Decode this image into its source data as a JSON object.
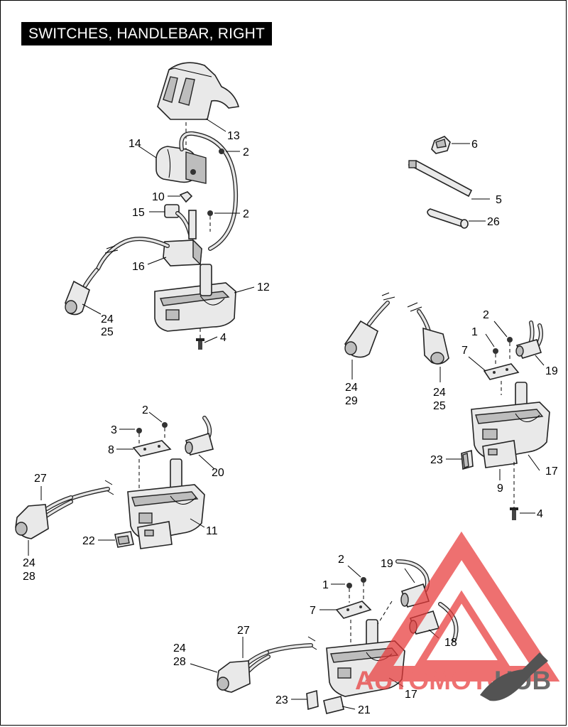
{
  "title": "SWITCHES, HANDLEBAR, RIGHT",
  "callouts": {
    "c13": "13",
    "c14": "14",
    "c2a": "2",
    "c10": "10",
    "c15": "15",
    "c2b": "2",
    "c16": "16",
    "c12": "12",
    "c24a": "24",
    "c25a": "25",
    "c4a": "4",
    "c6": "6",
    "c5": "5",
    "c26": "26",
    "c2c": "2",
    "c1a": "1",
    "c7a": "7",
    "c19a": "19",
    "c24b": "24",
    "c29": "29",
    "c24c": "24",
    "c25b": "25",
    "c23a": "23",
    "c17a": "17",
    "c9": "9",
    "c4b": "4",
    "c2d": "2",
    "c3": "3",
    "c8": "8",
    "c20": "20",
    "c27a": "27",
    "c11": "11",
    "c22": "22",
    "c24d": "24",
    "c28a": "28",
    "c2e": "2",
    "c19b": "19",
    "c1b": "1",
    "c7b": "7",
    "c27b": "27",
    "c18": "18",
    "c24e": "24",
    "c28b": "28",
    "c17b": "17",
    "c23b": "23",
    "c21": "21"
  },
  "watermark": {
    "text_a": "AUTOMOTO",
    "text_b": "HUB",
    "color_red": "#e83a3a",
    "color_gold": "#e8b84a"
  }
}
